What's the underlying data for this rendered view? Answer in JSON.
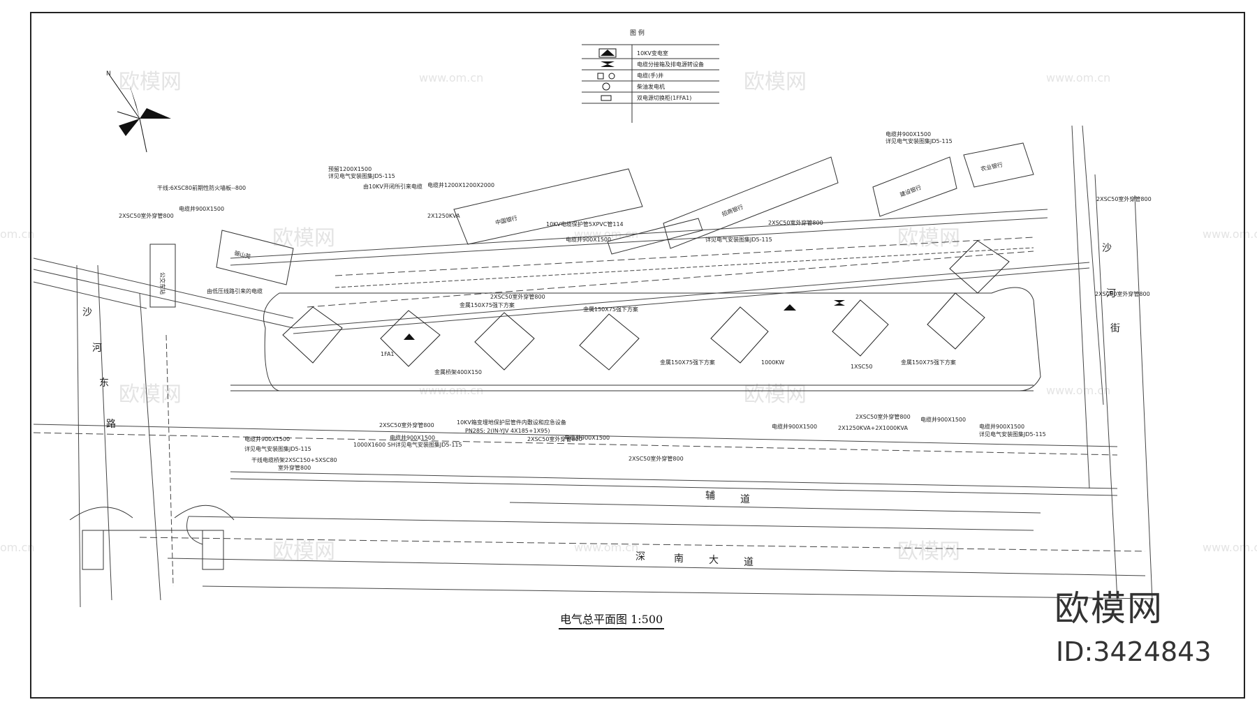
{
  "drawing": {
    "title": "电气总平面图 1:500",
    "brand": "欧模网",
    "brand_id": "ID:3424843",
    "north": "N"
  },
  "legend": {
    "title": "图 例",
    "items": [
      {
        "icon": "transformer-triangle-icon",
        "label": "10KV变电室"
      },
      {
        "icon": "bowtie-icon",
        "label": "电缆分接箱及排电源转设备"
      },
      {
        "icon": "square-circle-icon",
        "label": "电缆(手)井"
      },
      {
        "icon": "circle-letter-icon",
        "label": "柴油发电机"
      },
      {
        "icon": "rectangle-icon",
        "label": "双电源切换柜(1FFA1)"
      }
    ]
  },
  "watermarks": {
    "logo": "欧模网",
    "url": "www.om.cn",
    "url_short": "om.cn"
  },
  "roads": {
    "west": [
      "沙",
      "河",
      "东",
      "路"
    ],
    "east": [
      "沙",
      "河",
      "街"
    ],
    "south": [
      "深",
      "南",
      "大",
      "道"
    ],
    "service": [
      "辅",
      "道"
    ],
    "arch_street": "公交东站"
  },
  "buildings": {
    "north_a": "中国银行",
    "north_b": "招商银行",
    "north_c": "建设银行",
    "north_d": "农业银行",
    "west_block": "骊山苑"
  },
  "annotations": [
    "干线:6XSC80前期性防火墙板--800",
    "预留1200X1500",
    "详见电气安装图集JD5-115",
    "由10KV开闭所引来电缆",
    "电缆井900X1500",
    "电缆井1200X1200X2000",
    "2X1250KVA",
    "10KV电缆保护管5XPVC管114",
    "电缆井900X1500",
    "详见电气安装图集JD5-115",
    "2XSC50室外穿管800",
    "电缆井900X1500",
    "详见电气安装图集JD5-115",
    "2XSC50室外穿管800",
    "2XSC50室外穿管800",
    "2XSC50室外穿管800",
    "由低压线路引来的电缆",
    "1FA1",
    "1000KW",
    "1XSC50",
    "2XSC50室外穿管800",
    "10KV箱变埋地保护层管件内敷设和应急设备",
    "PN28S: 2(IN-YJV 4X185+1X95)",
    "2XSC50室外穿管800",
    "2XSC50室外穿管800",
    "电缆井900X1500",
    "1000X1600 SH详见电气安装图集JD5-115",
    "干线电缆桥架2XSC150+5XSC80",
    "室外穿管800",
    "电缆井900X1500",
    "详见电气安装图集JD5-115",
    "电缆井900X1500",
    "2X1250KVA+2X1000KVA",
    "2XSC50室外穿管800",
    "电缆井900X1500",
    "电缆井900X1500",
    "电缆井900X1500",
    "详见电气安装图集JD5-115",
    "金属150X75强下方案",
    "金属桥架400X150",
    "金属150X75强下方案",
    "金属150X75强下方案",
    "2XSC50室外穿管800",
    "金属150X75强下方案"
  ]
}
